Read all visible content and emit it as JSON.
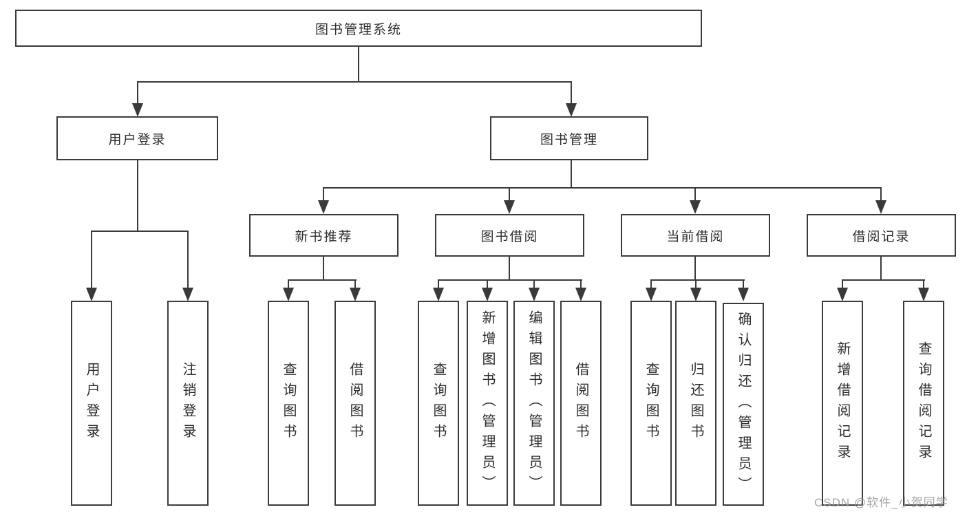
{
  "tree": {
    "label": "图书管理系统",
    "children": [
      {
        "label": "用户登录",
        "children": [
          {
            "label": "用户登录"
          },
          {
            "label": "注销登录"
          }
        ]
      },
      {
        "label": "图书管理",
        "children": [
          {
            "label": "新书推荐",
            "children": [
              {
                "label": "查询图书"
              },
              {
                "label": "借阅图书"
              }
            ]
          },
          {
            "label": "图书借阅",
            "children": [
              {
                "label": "查询图书"
              },
              {
                "label": "新增图书（管理员）"
              },
              {
                "label": "编辑图书（管理员）"
              },
              {
                "label": "借阅图书"
              }
            ]
          },
          {
            "label": "当前借阅",
            "children": [
              {
                "label": "查询图书"
              },
              {
                "label": "归还图书"
              },
              {
                "label": "确认归还（管理员）"
              }
            ]
          },
          {
            "label": "借阅记录",
            "children": [
              {
                "label": "新增借阅记录"
              },
              {
                "label": "查询借阅记录"
              }
            ]
          }
        ]
      }
    ]
  },
  "watermark": "CSDN @软件_小贺同学",
  "colors": {
    "line": "#3a3a3a",
    "text": "#2d2d2d",
    "background": "#ffffff"
  }
}
